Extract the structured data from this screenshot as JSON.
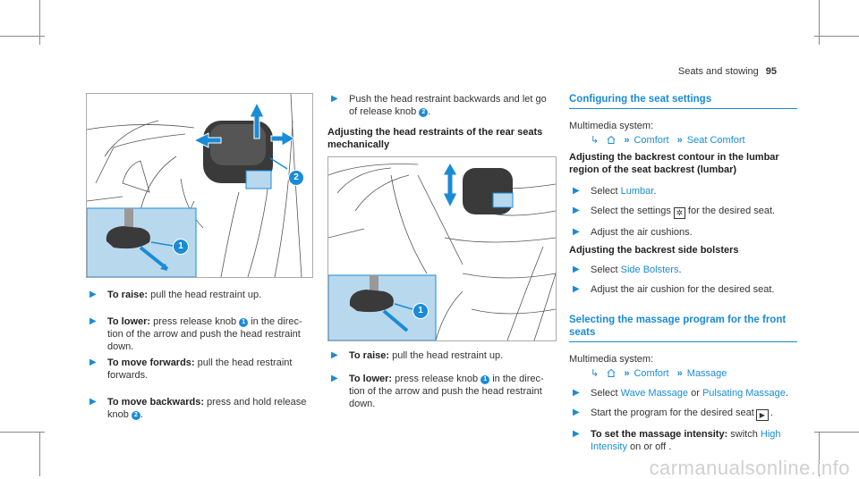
{
  "header": {
    "section": "Seats and stowing",
    "page": "95"
  },
  "col1": {
    "callout1": "1",
    "callout2": "2",
    "steps": [
      {
        "label": "To raise:",
        "text": " pull the head restraint up."
      },
      {
        "label": "To lower:",
        "text_a": " press release knob ",
        "num": "1",
        "text_b": " in the direc- tion of the arrow and push the head restraint down."
      },
      {
        "label": "To move forwards:",
        "text": " pull the head restraint forwards."
      },
      {
        "label": "To move backwards:",
        "text_a": " press and hold release knob ",
        "num": "2",
        "text_b": "."
      }
    ]
  },
  "col2": {
    "step_push_a": "Push the head restraint backwards and let go of release knob ",
    "step_push_num": "2",
    "step_push_b": ".",
    "heading": "Adjusting the head restraints of the rear seats mechanically",
    "callout1": "1",
    "steps": [
      {
        "label": "To raise:",
        "text": " pull the head restraint up."
      },
      {
        "label": "To lower:",
        "text_a": " press release knob ",
        "num": "1",
        "text_b": " in the direc- tion of the arrow and push the head restraint down."
      }
    ]
  },
  "col3": {
    "section1_title": "Configuring the seat settings",
    "multimedia1": "Multimedia system:",
    "path1": [
      "Comfort",
      "Seat Comfort"
    ],
    "heading_lumbar": "Adjusting the backrest contour in the lumbar region of the seat backrest (lumbar)",
    "select_word": "Select",
    "lumbar_link": "Lumbar",
    "settings_a": "Select the settings",
    "settings_b": "for the desired seat.",
    "adjust_air": "Adjust the air cushions.",
    "heading_bolsters": "Adjusting the backrest side bolsters",
    "bolsters_link": "Side Bolsters",
    "adjust_air2": "Adjust the air cushion for the desired seat.",
    "section2_title": "Selecting the massage program for the front seats",
    "multimedia2": "Multimedia system:",
    "path2": [
      "Comfort",
      "Massage"
    ],
    "wave_link": "Wave Massage",
    "or_word": "or",
    "pulsating_link": "Pulsating Massage",
    "start_a": "Start the program for the desired seat",
    "intensity_label": "To set the massage intensity:",
    "switch_word": "switch",
    "high_link": "High Intensity",
    "onoff": "on or off ."
  },
  "watermark": "carmanualsonline.info",
  "colors": {
    "accent": "#1a8bd6",
    "panel": "#b8d8ee"
  }
}
